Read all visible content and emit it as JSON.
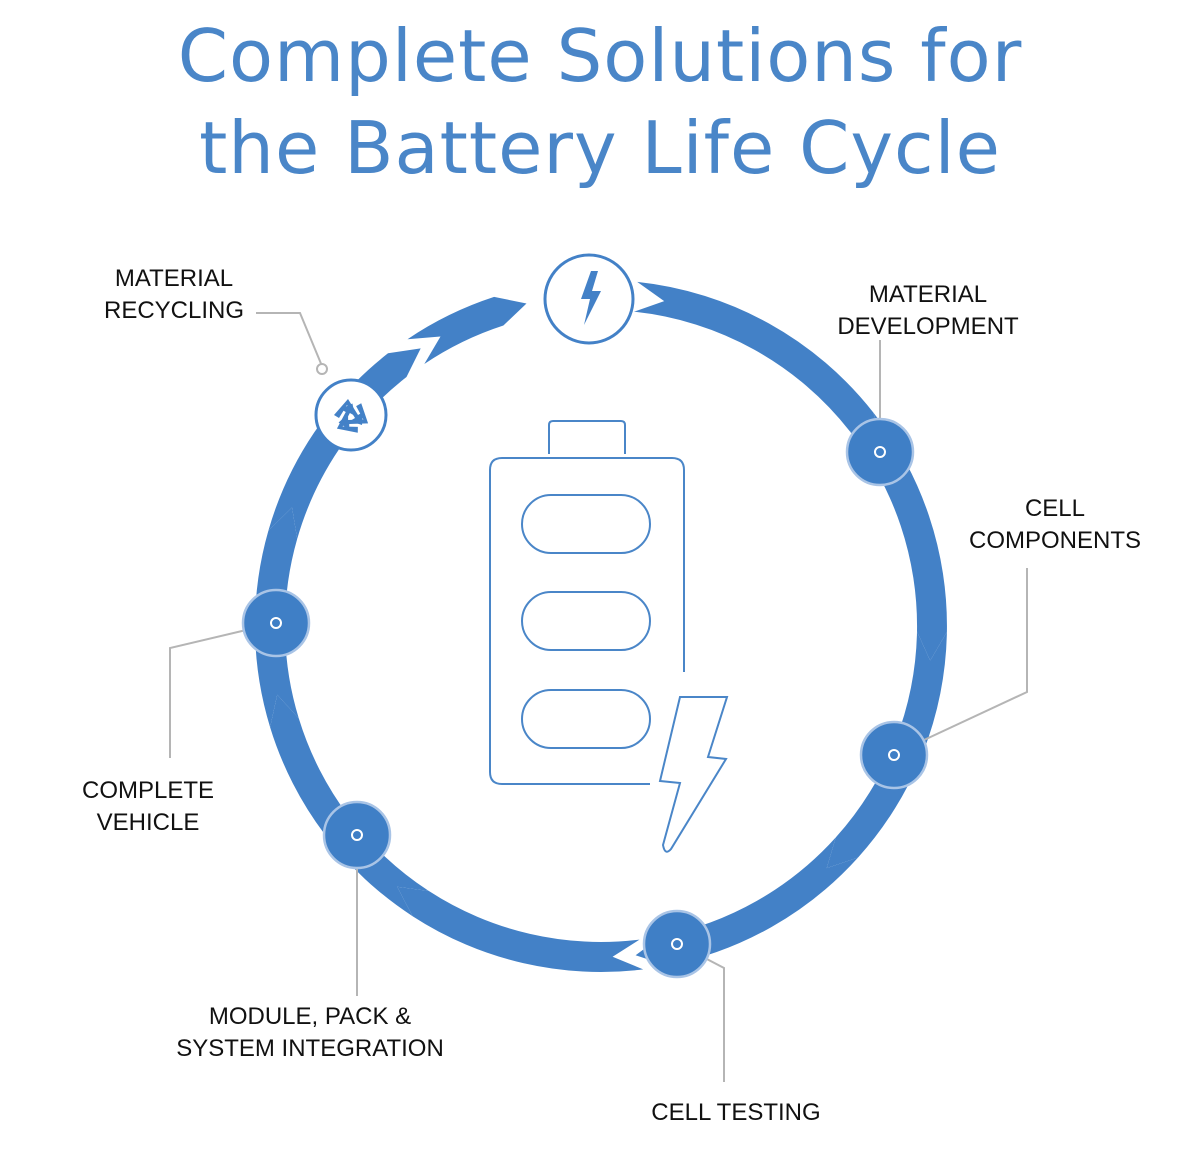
{
  "title": {
    "line1": "Complete Solutions for",
    "line2": "the Battery Life Cycle"
  },
  "stages": {
    "material_recycling": [
      "MATERIAL",
      "RECYCLING"
    ],
    "material_development": [
      "MATERIAL",
      "DEVELOPMENT"
    ],
    "cell_components": [
      "CELL",
      "COMPONENTS"
    ],
    "cell_testing": [
      "CELL TESTING"
    ],
    "module_pack": [
      "MODULE, PACK &",
      "SYSTEM INTEGRATION"
    ],
    "complete_vehicle": [
      "COMPLETE",
      "VEHICLE"
    ]
  },
  "icons": {
    "top_node": "lightning-bolt-icon",
    "recycling_node": "recycle-icon",
    "center": "battery-icon",
    "center_bolt": "lightning-bolt-icon"
  },
  "colors": {
    "primary_blue": "#4381c7",
    "title_blue": "#4a86c8",
    "node_fill": "#3f7fc6",
    "node_ring": "#a9c4e6",
    "leader_line": "#b5b5b5",
    "text": "#111111"
  }
}
